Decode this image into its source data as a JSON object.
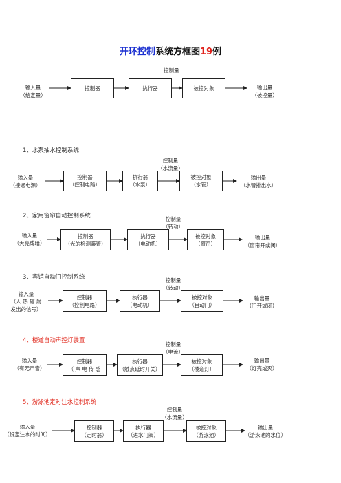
{
  "title": {
    "part1": "开环控制",
    "part2": "系统方框图",
    "part3": "19",
    "part4": "例"
  },
  "colors": {
    "blue": "#1a2fd0",
    "red": "#e0201a",
    "line": "#222222"
  },
  "general": {
    "control_label": "控制量",
    "input": "输入量",
    "input_sub": "（给定量）",
    "controller": "控制器",
    "actuator": "执行器",
    "plant": "被控对象",
    "output": "输出量",
    "output_sub": "（被控量）"
  },
  "sections": [
    {
      "heading": "1、水泵抽水控制系统",
      "control": "控制量",
      "control_sub": "（水流量）",
      "input": "输入量",
      "input_sub": "（接通电源）",
      "controller": "控制器",
      "controller_sub": "（控制电路）",
      "actuator": "执行器",
      "actuator_sub": "（水泵）",
      "plant": "被控对象",
      "plant_sub": "（水管）",
      "output": "输出量",
      "output_sub": "（水管排出水）"
    },
    {
      "heading": "2、家用窗帘自动控制系统",
      "control": "控制量",
      "control_sub": "（转动）",
      "input": "输入量",
      "input_sub": "（天亮或暗）",
      "controller": "控制器",
      "controller_sub": "（光的检测装置）",
      "actuator": "执行器",
      "actuator_sub": "（电动机）",
      "plant": "被控对象",
      "plant_sub": "（窗帘）",
      "output": "输出量",
      "output_sub": "（窗帘开或闭）"
    },
    {
      "heading": "3、宾馆自动门控制系统",
      "control": "控制量",
      "control_sub": "（转动）",
      "input": "输入量",
      "input_sub": "（人 热 辐 射",
      "input_sub2": "发出的信号）",
      "controller": "控制器",
      "controller_sub": "（控制电路）",
      "actuator": "执行器",
      "actuator_sub": "（电动机）",
      "plant": "被控对象",
      "plant_sub": "（自动门）",
      "output": "输出量",
      "output_sub": "（门开或闭）"
    },
    {
      "heading": "4、楼道自动声控灯装置",
      "control": "控制量",
      "control_sub": "（电流）",
      "input": "输入量",
      "input_sub": "（有无声音）",
      "controller": "控制器",
      "controller_sub": "（ 声 电 传 感",
      "actuator": "执行器",
      "actuator_sub": "（触点延时开关）",
      "plant": "被控对象",
      "plant_sub": "（楼道灯）",
      "output": "输出量",
      "output_sub": "（灯亮或灭）"
    },
    {
      "heading": "5、游泳池定时注水控制系统",
      "control": "控制量",
      "control_sub": "（水流量）",
      "input": "输入量",
      "input_sub": "（设定注水的时间）",
      "controller": "控制器",
      "controller_sub": "（定时器）",
      "actuator": "执行器",
      "actuator_sub": "（进水门阀）",
      "plant": "被控对象",
      "plant_sub": "（游泳池）",
      "output": "输出量",
      "output_sub": "（游泳池的水位）"
    }
  ]
}
